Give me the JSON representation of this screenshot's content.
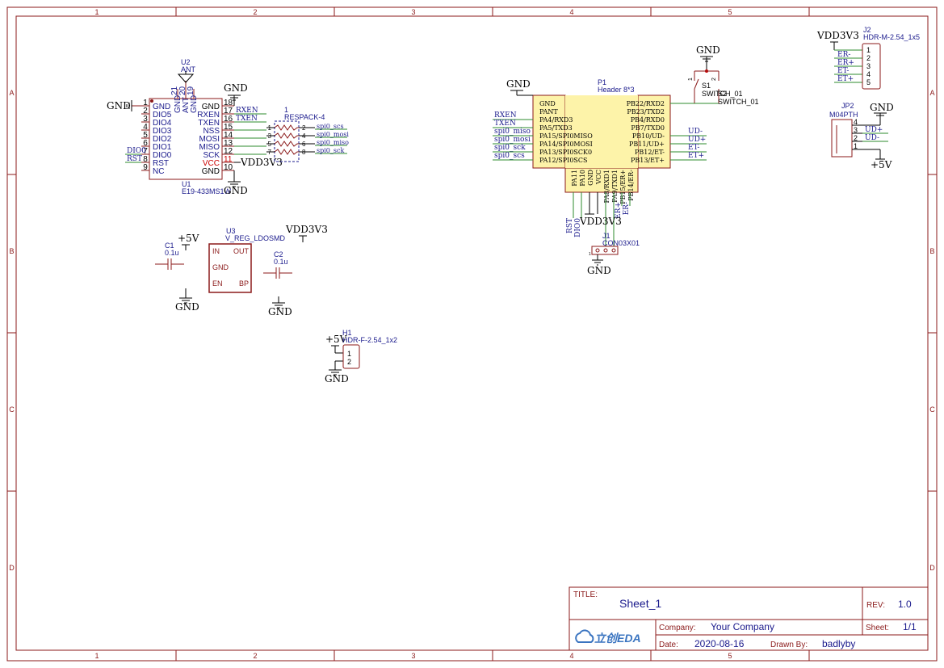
{
  "border": {
    "cols": [
      "1",
      "2",
      "3",
      "4",
      "5"
    ],
    "rows": [
      "A",
      "B",
      "C",
      "D"
    ]
  },
  "u1": {
    "ref": "U1",
    "value": "E19-433MS1W",
    "left_pins": [
      {
        "name": "GND",
        "num": "1"
      },
      {
        "name": "DIO5",
        "num": "2"
      },
      {
        "name": "DIO4",
        "num": "3"
      },
      {
        "name": "DIO3",
        "num": "4"
      },
      {
        "name": "DIO2",
        "num": "5"
      },
      {
        "name": "DIO1",
        "num": "6"
      },
      {
        "name": "DIO0",
        "num": "7"
      },
      {
        "name": "RST",
        "num": "8"
      },
      {
        "name": "NC",
        "num": "9"
      }
    ],
    "right_pins": [
      {
        "name": "GND",
        "num": "18"
      },
      {
        "name": "RXEN",
        "num": "17"
      },
      {
        "name": "TXEN",
        "num": "16"
      },
      {
        "name": "NSS",
        "num": "15"
      },
      {
        "name": "MOSI",
        "num": "14"
      },
      {
        "name": "MISO",
        "num": "13"
      },
      {
        "name": "SCK",
        "num": "12"
      },
      {
        "name": "VCC",
        "num": "11"
      },
      {
        "name": "GND",
        "num": "10"
      }
    ],
    "top_pins": [
      {
        "name": "GND",
        "num": "21"
      },
      {
        "name": "ANT",
        "num": "20"
      },
      {
        "name": "GND",
        "num": "19"
      }
    ],
    "left_nets": {
      "dio0": "DIO0",
      "rst": "RST"
    },
    "right_nets": {
      "rxen": "RXEN",
      "txen": "TXEN"
    }
  },
  "u2": {
    "ref": "U2",
    "value": "ANT"
  },
  "respack": {
    "ref": "1",
    "value": "RESPACK-4",
    "left_nums": [
      "1",
      "3",
      "5",
      "7"
    ],
    "right_nums": [
      "2",
      "4",
      "6",
      "8"
    ],
    "nets": [
      "spi0_scs",
      "spi0_mosi",
      "spi0_miso",
      "spi0_sck"
    ]
  },
  "p1": {
    "ref": "P1",
    "value": "Header 8*3",
    "left_pins": [
      "GND",
      "PANT",
      "PA4/RXD3",
      "PA5/TXD3",
      "PA15/SPI0MISO",
      "PA14/SPI0MOSI",
      "PA13/SPI0SCK0",
      "PA12/SPI0SCS"
    ],
    "left_nets": [
      "RXEN",
      "TXEN",
      "spi0_miso",
      "spi0_mosi",
      "spi0_sck",
      "spi0_scs"
    ],
    "right_pins": [
      "PB22/RXD2",
      "PB23/TXD2",
      "PB4/RXD0",
      "PB7/TXD0",
      "PB10/UD-",
      "PB11/UD+",
      "PB12/ET-",
      "PB13/ET+"
    ],
    "right_nets": [
      "UD-",
      "UD+",
      "ET-",
      "ET+"
    ],
    "bottom_pins": [
      "PA11",
      "PA10",
      "GND",
      "VCC",
      "PA8/RXD1",
      "PA9/TXD1",
      "PB15/ER+",
      "PB14/ER-"
    ],
    "bottom_nets": [
      "RST",
      "DIO0",
      "ER+",
      "ER-"
    ]
  },
  "s1": {
    "ref": "S1",
    "ref2": "S2",
    "value": "SWITCH_01",
    "value2": "SWITCH_01",
    "pins": [
      "1",
      "2"
    ]
  },
  "j2": {
    "ref": "J2",
    "value": "HDR-M-2.54_1x5",
    "pins": [
      "1",
      "2",
      "3",
      "4",
      "5"
    ],
    "nets": [
      "ER-",
      "ER+",
      "ET-",
      "ET+"
    ]
  },
  "jp2": {
    "ref": "JP2",
    "value": "M04PTH",
    "pins": [
      "4",
      "3",
      "2",
      "1"
    ],
    "nets": [
      "UD+",
      "UD-"
    ]
  },
  "u3": {
    "ref": "U3",
    "value": "V_REG_LDOSMD",
    "pins": {
      "in": "IN",
      "gnd": "GND",
      "en": "EN",
      "out": "OUT",
      "bp": "BP"
    }
  },
  "c1": {
    "ref": "C1",
    "value": "0.1u"
  },
  "c2": {
    "ref": "C2",
    "value": "0.1u"
  },
  "j1": {
    "ref": "J1",
    "value": "CON03X01",
    "pin1": "1"
  },
  "h1": {
    "ref": "H1",
    "value": "HDR-F-2.54_1x2",
    "pins": [
      "1",
      "2"
    ]
  },
  "nets": {
    "gnd": "GND",
    "vdd": "VDD3V3",
    "p5v": "+5V"
  },
  "titleblock": {
    "title_label": "TITLE:",
    "title": "Sheet_1",
    "rev_label": "REV:",
    "rev": "1.0",
    "company_label": "Company:",
    "company": "Your Company",
    "sheet_label": "Sheet:",
    "sheet": "1/1",
    "date_label": "Date:",
    "date": "2020-08-16",
    "drawn_label": "Drawn By:",
    "drawn": "badlyby",
    "logo": "立创EDA"
  },
  "colors": {
    "frame": "#8b1a1a",
    "wire": "#2e8b2e",
    "net": "#1a1a8c",
    "part": "#fdf3a9",
    "text": "#000000",
    "red": "#cc0000"
  }
}
